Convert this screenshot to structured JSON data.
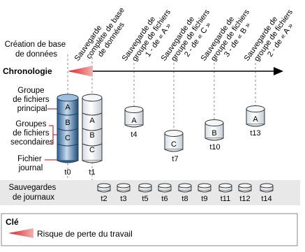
{
  "diagram": {
    "header_lines": [
      {
        "lines": [
          "Sauvegarde",
          "complète de base",
          "de données"
        ]
      },
      {
        "lines": [
          "Sauvegarde de",
          "groupe de fichiers",
          "1 - de « A »"
        ]
      },
      {
        "lines": [
          "Sauvegarde de",
          "groupe de fichiers",
          "2 - de « C »"
        ]
      },
      {
        "lines": [
          "Sauvegarde de",
          "groupe de fichiers",
          "3 - de « B »"
        ]
      },
      {
        "lines": [
          "Sauvegarde de",
          "groupe de fichiers",
          "2 - de « A »"
        ]
      }
    ],
    "db_creation_label": [
      "Création de base",
      "de données"
    ],
    "timeline_label": "Chronologie",
    "left_labels": {
      "primary": [
        "Groupe",
        "de fichiers",
        "principal"
      ],
      "secondary": [
        "Groupes",
        "de fichiers",
        "secondaires"
      ],
      "log": [
        "Fichier",
        "journal"
      ]
    },
    "stack_letters": [
      "A",
      "B",
      "C"
    ],
    "times": {
      "t0": "t0",
      "t1": "t1",
      "t4": "t4",
      "t7": "t7",
      "t10": "t10",
      "t13": "t13"
    },
    "single_backups": [
      {
        "letter": "A",
        "time": "t4"
      },
      {
        "letter": "C",
        "time": "t7"
      },
      {
        "letter": "B",
        "time": "t10"
      },
      {
        "letter": "A",
        "time": "t13"
      }
    ],
    "log_backups_label": [
      "Sauvegardes",
      "de journaux"
    ],
    "log_times": [
      "t2",
      "t3",
      "t5",
      "t6",
      "t8",
      "t9",
      "t11",
      "t12",
      "t14"
    ],
    "legend": {
      "title": "Clé",
      "item": "Risque de perte du travail"
    },
    "colors": {
      "primary_blue": "#1f4e79",
      "light_blue": "#dbe7f2",
      "mid_blue": "#8fb2d4",
      "risk_red": "#e03030",
      "log_band": "#e8e8e8"
    }
  }
}
